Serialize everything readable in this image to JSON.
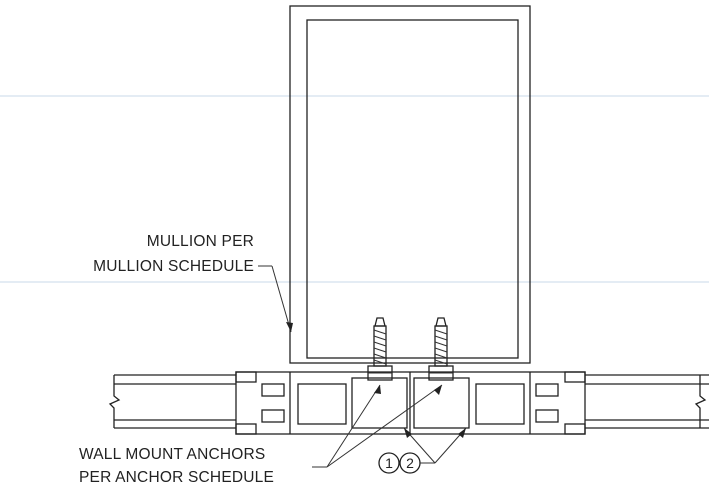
{
  "labels": {
    "mullion_line1": "MULLION PER",
    "mullion_line2": "MULLION SCHEDULE",
    "anchor_line1": "WALL MOUNT ANCHORS",
    "anchor_line2": "PER ANCHOR SCHEDULE"
  },
  "references": [
    "1",
    "2"
  ],
  "colors": {
    "line": "#222222",
    "guide": "#c8d8e8",
    "background": "#ffffff"
  }
}
